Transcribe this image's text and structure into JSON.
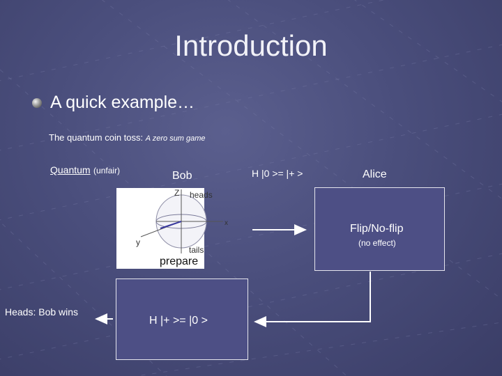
{
  "title": "Introduction",
  "bullet": "A quick example…",
  "subtitle": {
    "main": "The quantum coin toss: ",
    "italic": "A zero sum game"
  },
  "quantum": {
    "label": "Quantum",
    "qualifier": "(unfair)"
  },
  "bob": {
    "label": "Bob",
    "z_axis": "Z",
    "heads": "heads",
    "x_axis": "x",
    "y_axis": "y",
    "tails": "tails",
    "prepare": "prepare"
  },
  "h0_equation": "H |0 >= |+ >",
  "alice": {
    "label": "Alice",
    "action": "Flip/No-flip",
    "action_note": "(no effect)"
  },
  "outcome": "Heads: Bob wins",
  "hplus_equation": "H |+ >= |0 >",
  "colors": {
    "background": "#4a4e7c",
    "box_fill": "#4d4f85",
    "box_border": "#e6e6ee",
    "sphere_panel": "#ffffff"
  }
}
